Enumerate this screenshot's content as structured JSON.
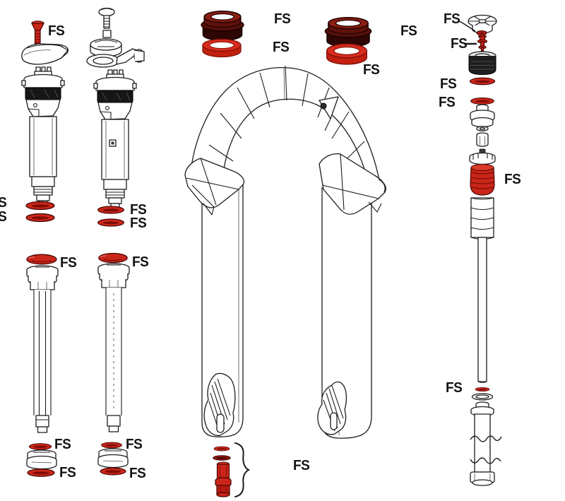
{
  "diagram": {
    "type": "exploded-parts-diagram",
    "colors": {
      "highlight_red": "#c9261a",
      "highlight_dark_red": "#7e0d06",
      "dust_seal_maroon": "#55100a",
      "line_art": "#1c1c1c",
      "background": "#ffffff"
    },
    "fs_labels": [
      {
        "id": "col1-screw",
        "text": "FS"
      },
      {
        "id": "col1-body-oring-1",
        "text": "FS"
      },
      {
        "id": "col1-body-oring-2",
        "text": "FS"
      },
      {
        "id": "col2-body-oring-1",
        "text": "FS"
      },
      {
        "id": "col2-body-oring-2",
        "text": "FS"
      },
      {
        "id": "col1-shaft-seal",
        "text": "FS"
      },
      {
        "id": "col2-shaft-seal",
        "text": "FS"
      },
      {
        "id": "col1-piston-oring-top",
        "text": "FS"
      },
      {
        "id": "col1-piston-oring-bottom",
        "text": "FS"
      },
      {
        "id": "col2-piston-oring-top",
        "text": "FS"
      },
      {
        "id": "col2-piston-oring-bottom",
        "text": "FS"
      },
      {
        "id": "dust-seal-left",
        "text": "FS"
      },
      {
        "id": "foam-ring-left",
        "text": "FS"
      },
      {
        "id": "dust-seal-right",
        "text": "FS"
      },
      {
        "id": "foam-ring-right",
        "text": "FS"
      },
      {
        "id": "air-valve-oring",
        "text": "FS"
      },
      {
        "id": "air-valve-core",
        "text": "FS"
      },
      {
        "id": "air-cap-oring-1",
        "text": "FS"
      },
      {
        "id": "air-cap-oring-2",
        "text": "FS"
      },
      {
        "id": "air-piston-seal",
        "text": "FS"
      },
      {
        "id": "air-shaft-oring",
        "text": "FS"
      },
      {
        "id": "foot-bolt-group",
        "text": "FS"
      }
    ]
  }
}
